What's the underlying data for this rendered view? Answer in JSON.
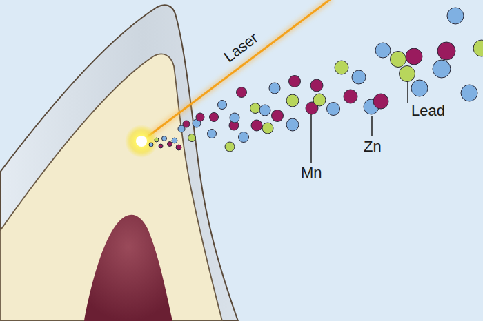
{
  "diagram": {
    "labels": [
      "Laser",
      "Mn",
      "Zn",
      "Lead"
    ]
  }
}
